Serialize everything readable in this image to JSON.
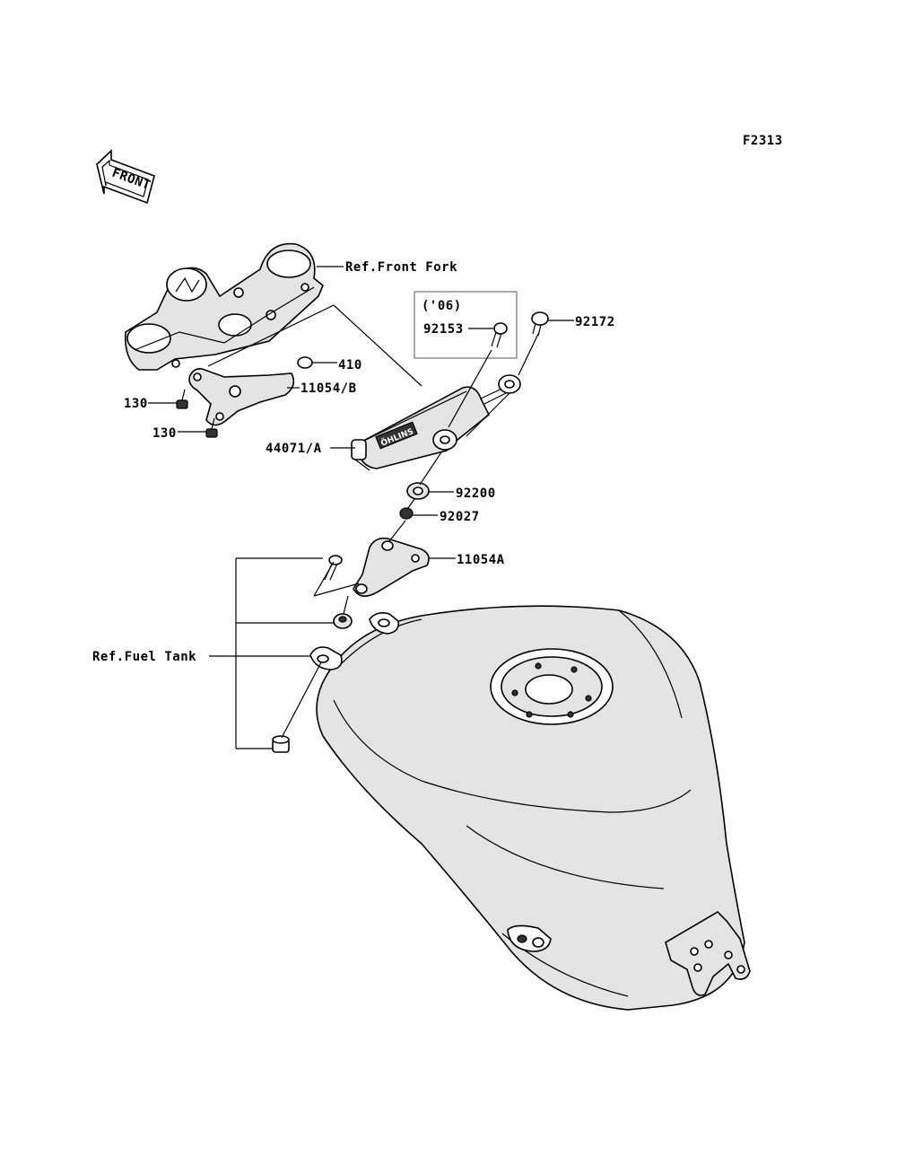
{
  "figure_id": "F2313",
  "front_arrow_label": "FRONT",
  "labels": {
    "ref_front_fork": "Ref.Front Fork",
    "p410": "410",
    "p11054b": "11054/B",
    "p130a": "130",
    "p130b": "130",
    "p44071a": "44071/A",
    "year_note": "('06)",
    "p92153": "92153",
    "p92172": "92172",
    "p92200": "92200",
    "p92027": "92027",
    "p11054a": "11054A",
    "ref_fuel_tank": "Ref.Fuel Tank",
    "damper_brand": "ÖHLINS"
  },
  "colors": {
    "line": "#000000",
    "part_fill": "#e4e4e4",
    "background": "#ffffff"
  }
}
